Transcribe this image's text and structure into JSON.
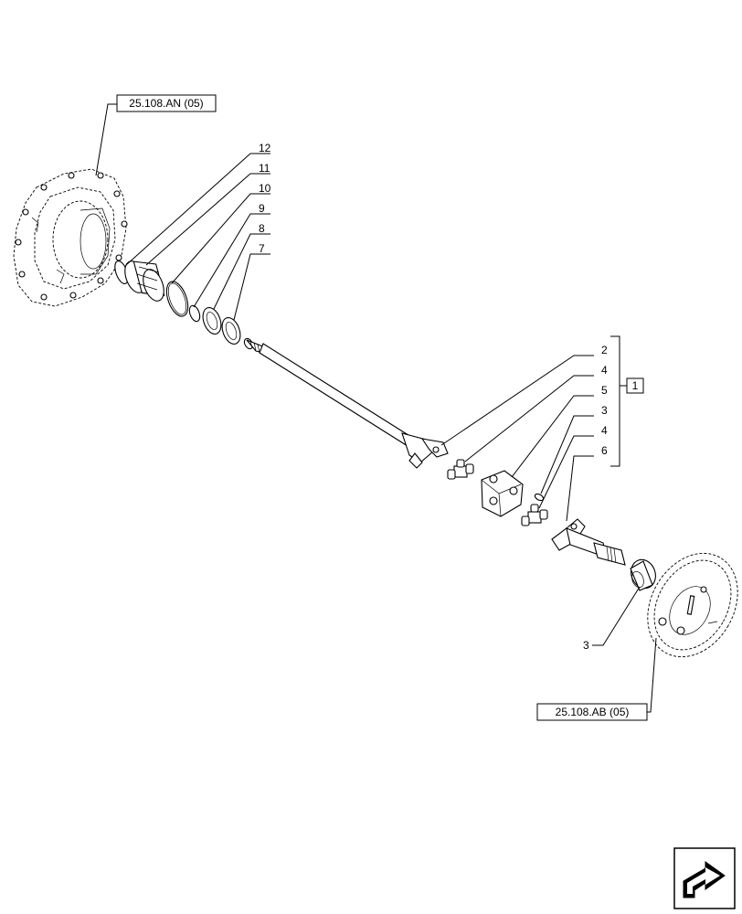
{
  "references": {
    "top": "25.108.AN (05)",
    "bottom": "25.108.AB (05)"
  },
  "callouts": {
    "c12": "12",
    "c11": "11",
    "c10": "10",
    "c9": "9",
    "c8": "8",
    "c7": "7",
    "c2": "2",
    "c4a": "4",
    "c5": "5",
    "c3a": "3",
    "c4b": "4",
    "c6": "6",
    "c3b": "3",
    "group": "1"
  },
  "icons": {
    "nav": "next-page-arrow-icon"
  }
}
